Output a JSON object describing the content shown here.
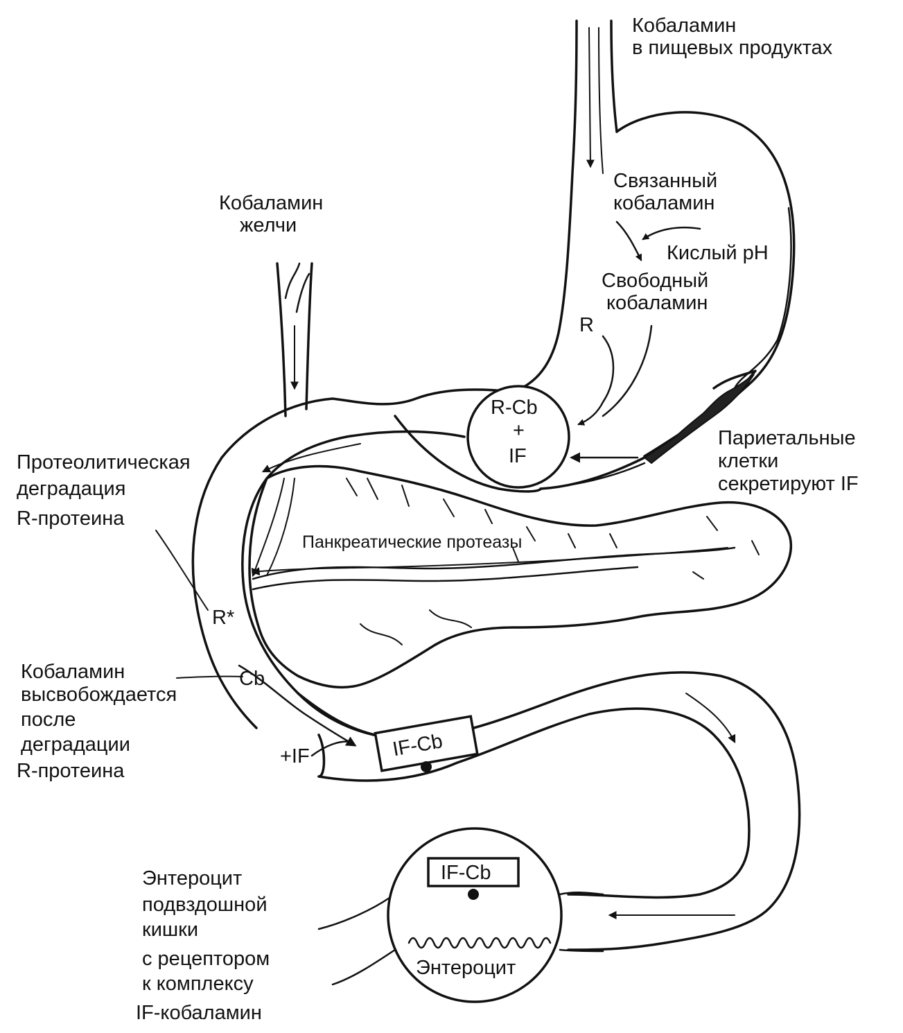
{
  "labels": {
    "food_cobalamin": [
      "Кобаламин",
      "в пищевых продуктах"
    ],
    "bound_cobalamin": [
      "Связанный",
      "кобаламин"
    ],
    "acid_ph": "Кислый pH",
    "free_cobalamin": [
      "Свободный",
      "кобаламин"
    ],
    "r": "R",
    "r_cb": "R-Cb",
    "plus": "+",
    "if": "IF",
    "parietal": [
      "Париетальные",
      "клетки",
      "секретируют IF"
    ],
    "bile_cobalamin": [
      "Кобаламин",
      "желчи"
    ],
    "proteolytic": [
      "Протеолитическая",
      "деградация",
      "R-протеина"
    ],
    "pancreatic_proteases": "Панкреатические протеазы",
    "r_star": "R*",
    "cb": "Cb",
    "released": [
      "Кобаламин",
      "высвобождается",
      "после",
      "деградации",
      "R-протеина"
    ],
    "plus_if": "+IF",
    "if_cb_gut": "IF-Cb",
    "enterocyte_desc": [
      "Энтероцит",
      "подвздошной",
      "кишки",
      "с рецептором",
      "к комплексу",
      "IF-кобаламин"
    ],
    "if_cb_cell": "IF-Cb",
    "enterocyte": "Энтероцит"
  },
  "colors": {
    "ink": "#111111",
    "paper": "#ffffff"
  }
}
